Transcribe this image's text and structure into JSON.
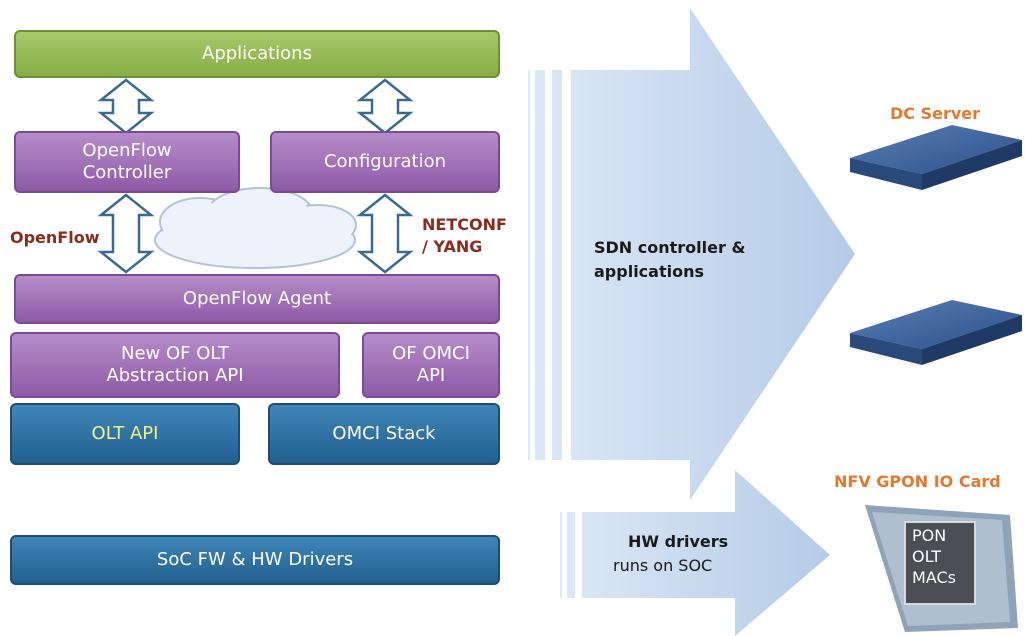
{
  "boxes": {
    "applications": "Applications",
    "openflow_controller": "OpenFlow\nController",
    "configuration": "Configuration",
    "openflow_agent": "OpenFlow Agent",
    "new_of_olt": "New OF OLT\nAbstraction API",
    "of_omci": "OF OMCI\nAPI",
    "olt_api": "OLT API",
    "omci_stack": "OMCI Stack",
    "soc_fw": "SoC FW & HW Drivers"
  },
  "labels": {
    "openflow": "OpenFlow",
    "netconf_yang": "NETCONF\n/ YANG"
  },
  "arrows": {
    "sdn_text": "SDN controller &\napplications",
    "hw_drivers": "HW drivers",
    "runs_on_soc": "runs on SOC"
  },
  "devices": {
    "dc_server": "DC Server",
    "nfv_card": "NFV GPON IO Card",
    "card_text": "PON\nOLT\nMACs"
  },
  "colors": {
    "green": "#86ad45",
    "purple": "#8e5aa8",
    "blue": "#225f8e",
    "olt_api_text": "#f3f08a",
    "label_red": "#8a2b1d",
    "orange": "#e8772e"
  }
}
